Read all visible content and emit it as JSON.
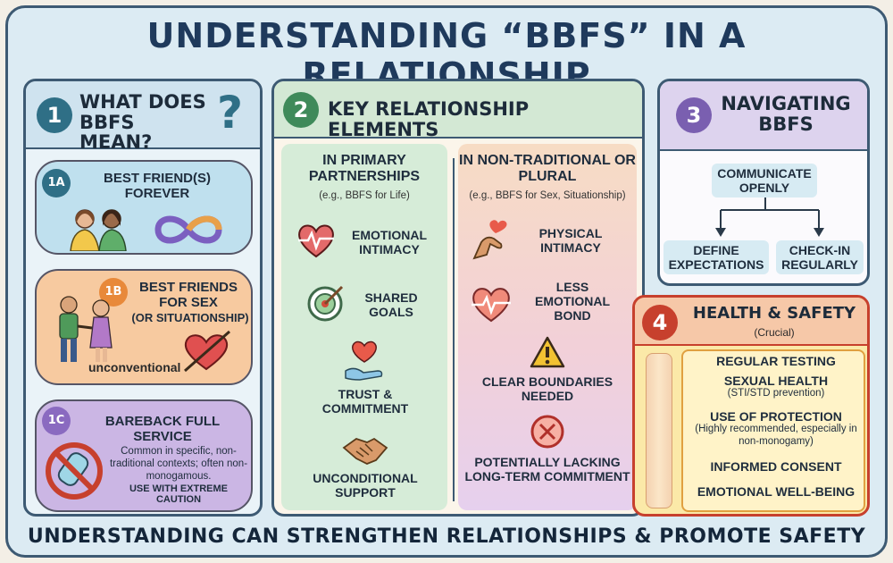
{
  "title": "UNDERSTANDING “BBFS” IN A RELATIONSHIP",
  "footer": "UNDERSTANDING CAN STRENGTHEN RELATIONSHIPS & PROMOTE SAFETY",
  "panel1": {
    "number": "1",
    "heading": "WHAT DOES BBFS MEAN?",
    "cards": [
      {
        "badge": "1A",
        "title": "BEST FRIEND(S) FOREVER",
        "icons": [
          "two-friends-icon",
          "infinity-icon"
        ]
      },
      {
        "badge": "1B",
        "title": "BEST FRIENDS FOR SEX",
        "subtitle": "(OR SITUATIONSHIP)",
        "note": "unconventional",
        "icons": [
          "couple-icon",
          "crossed-heart-icon"
        ]
      },
      {
        "badge": "1C",
        "title": "BAREBACK FULL SERVICE",
        "desc": "Common in specific, non-traditional contexts; often non-monogamous.",
        "warning": "USE WITH EXTREME CAUTION",
        "icons": [
          "no-condom-icon"
        ]
      }
    ]
  },
  "panel2": {
    "number": "2",
    "heading": "KEY RELATIONSHIP ELEMENTS",
    "left": {
      "title": "IN PRIMARY PARTNERSHIPS",
      "subtitle": "(e.g., BBFS for Life)",
      "items": [
        {
          "label": "EMOTIONAL INTIMACY",
          "icon": "heartbeat-icon"
        },
        {
          "label": "SHARED GOALS",
          "icon": "target-icon"
        },
        {
          "label": "TRUST & COMMITMENT",
          "icon": "heart-hand-icon"
        },
        {
          "label": "UNCONDITIONAL SUPPORT",
          "icon": "handshake-icon"
        }
      ]
    },
    "right": {
      "title": "IN NON-TRADITIONAL OR PLURAL",
      "subtitle": "(e.g., BBFS for Sex, Situationship)",
      "items": [
        {
          "label": "PHYSICAL INTIMACY",
          "icon": "hand-heart-icon"
        },
        {
          "label": "LESS EMOTIONAL BOND",
          "icon": "faint-heartbeat-icon"
        },
        {
          "label": "CLEAR BOUNDARIES NEEDED",
          "icon": "warning-icon"
        },
        {
          "label": "POTENTIALLY LACKING LONG-TERM COMMITMENT",
          "icon": "x-circle-icon"
        }
      ]
    }
  },
  "panel3": {
    "number": "3",
    "heading": "NAVIGATING BBFS",
    "top": "COMMUNICATE OPENLY",
    "left": "DEFINE EXPECTATIONS",
    "right": "CHECK-IN REGULARLY"
  },
  "panel4": {
    "number": "4",
    "heading": "HEALTH & SAFETY",
    "subheading": "(Crucial)",
    "items": [
      {
        "label": "REGULAR TESTING",
        "sub": ""
      },
      {
        "label": "SEXUAL HEALTH",
        "sub": "(STI/STD prevention)"
      },
      {
        "label": "USE OF PROTECTION",
        "sub": "(Highly recommended, especially in non-monogamy)"
      },
      {
        "label": "INFORMED CONSENT",
        "sub": ""
      },
      {
        "label": "EMOTIONAL WELL-BEING",
        "sub": ""
      }
    ]
  },
  "colors": {
    "frame_bg": "#dcebf3",
    "navy": "#1f3a5c",
    "teal_circle": "#2f6f86",
    "green_circle": "#3f8a5a",
    "purple_circle": "#7a5fb0",
    "red_circle": "#c7402d"
  }
}
